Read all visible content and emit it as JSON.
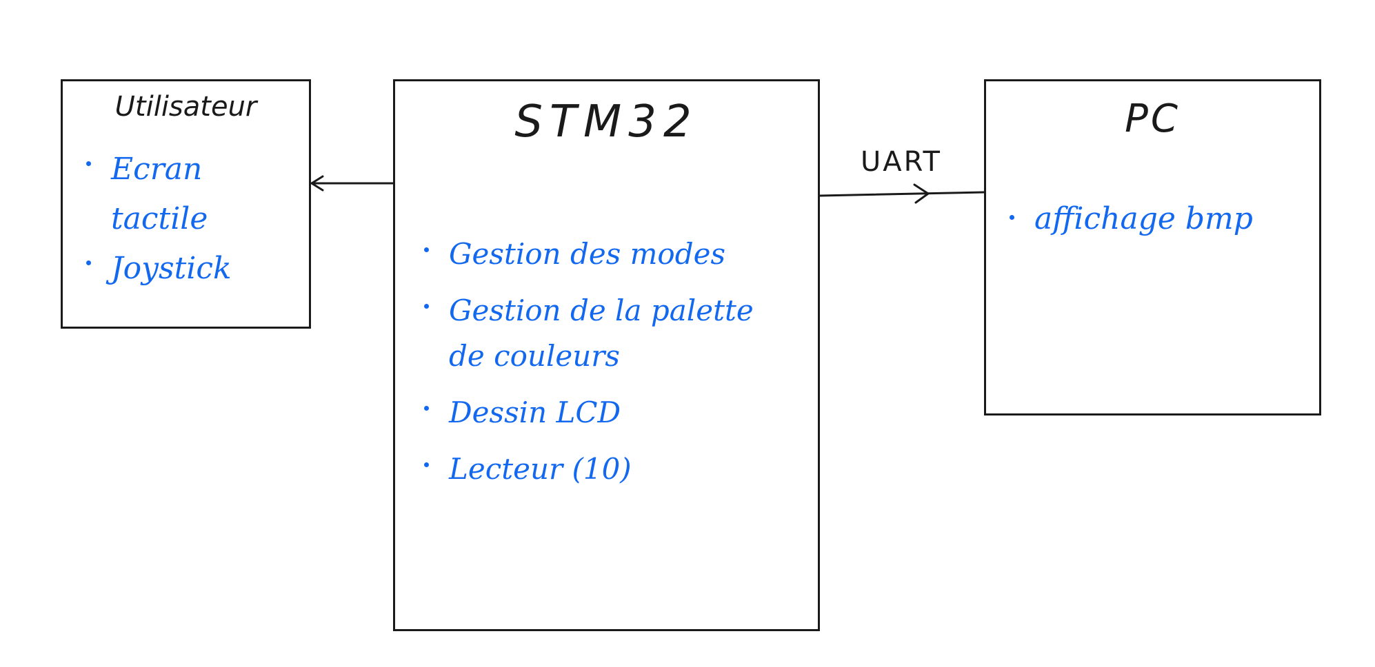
{
  "diagram": {
    "nodes": {
      "user": {
        "title": "Utilisateur",
        "items": [
          "Ecran tactile",
          "Joystick"
        ]
      },
      "stm32": {
        "title": "STM32",
        "items": [
          "Gestion des modes",
          "Gestion de la palette de couleurs",
          "Dessin LCD",
          "Lecteur (10)"
        ]
      },
      "pc": {
        "title": "PC",
        "items": [
          "affichage bmp"
        ]
      }
    },
    "edges": [
      {
        "from": "stm32",
        "to": "user",
        "label": ""
      },
      {
        "from": "stm32",
        "to": "pc",
        "label": "UART"
      }
    ],
    "colors": {
      "stroke": "#1a1a1a",
      "item_text": "#1368f0"
    }
  }
}
